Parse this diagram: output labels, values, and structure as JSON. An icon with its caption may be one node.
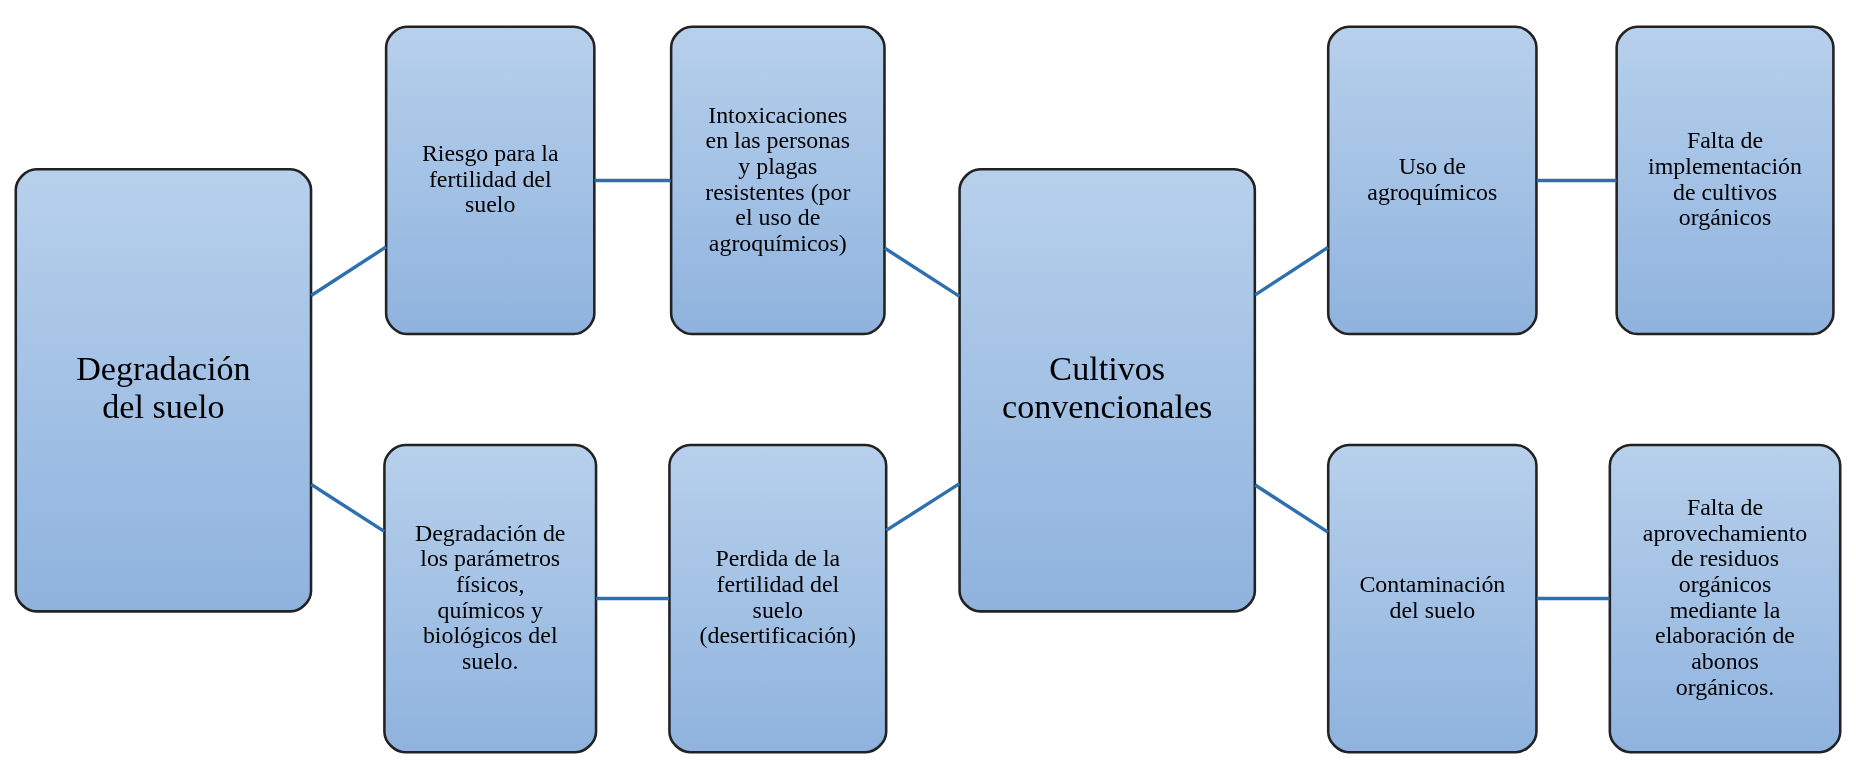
{
  "diagram": {
    "nodes": [
      {
        "text": [
          "Degradación del suelo"
        ]
      },
      {
        "text": [
          "Riesgo para la fertilidad del suelo"
        ]
      },
      {
        "text": [
          "Degradación de los parámetros físicos, químicos y biológicos del suelo."
        ]
      },
      {
        "text": [
          "Intoxicaciones en las personas y plagas resistentes (por el uso de agroquímicos)"
        ]
      },
      {
        "text": [
          "Perdida de la fertilidad del suelo (desertificación)"
        ]
      },
      {
        "text": [
          "Cultivos convencionales"
        ]
      },
      {
        "text": [
          "Uso de agroquímicos"
        ]
      },
      {
        "text": [
          "Contaminación del suelo"
        ]
      },
      {
        "text": [
          "Falta de implementación de cultivos orgánicos"
        ]
      },
      {
        "text": [
          "Falta de aprovechamiento de residuos orgánicos mediante la elaboración de abonos orgánicos."
        ]
      }
    ],
    "edges": [
      {
        "from": 0,
        "to": 1,
        "arrow": "none"
      },
      {
        "from": 0,
        "to": 2,
        "arrow": "none"
      },
      {
        "from": 1,
        "to": 3,
        "arrow": "none"
      },
      {
        "from": 2,
        "to": 4,
        "arrow": "none"
      },
      {
        "from": 3,
        "to": 5,
        "arrow": "none"
      },
      {
        "from": 4,
        "to": 5,
        "arrow": "none"
      },
      {
        "from": 5,
        "to": 6,
        "arrow": "none"
      },
      {
        "from": 5,
        "to": 7,
        "arrow": "none"
      },
      {
        "from": 6,
        "to": 8,
        "arrow": "none"
      },
      {
        "from": 7,
        "to": 9,
        "arrow": "none"
      }
    ]
  }
}
